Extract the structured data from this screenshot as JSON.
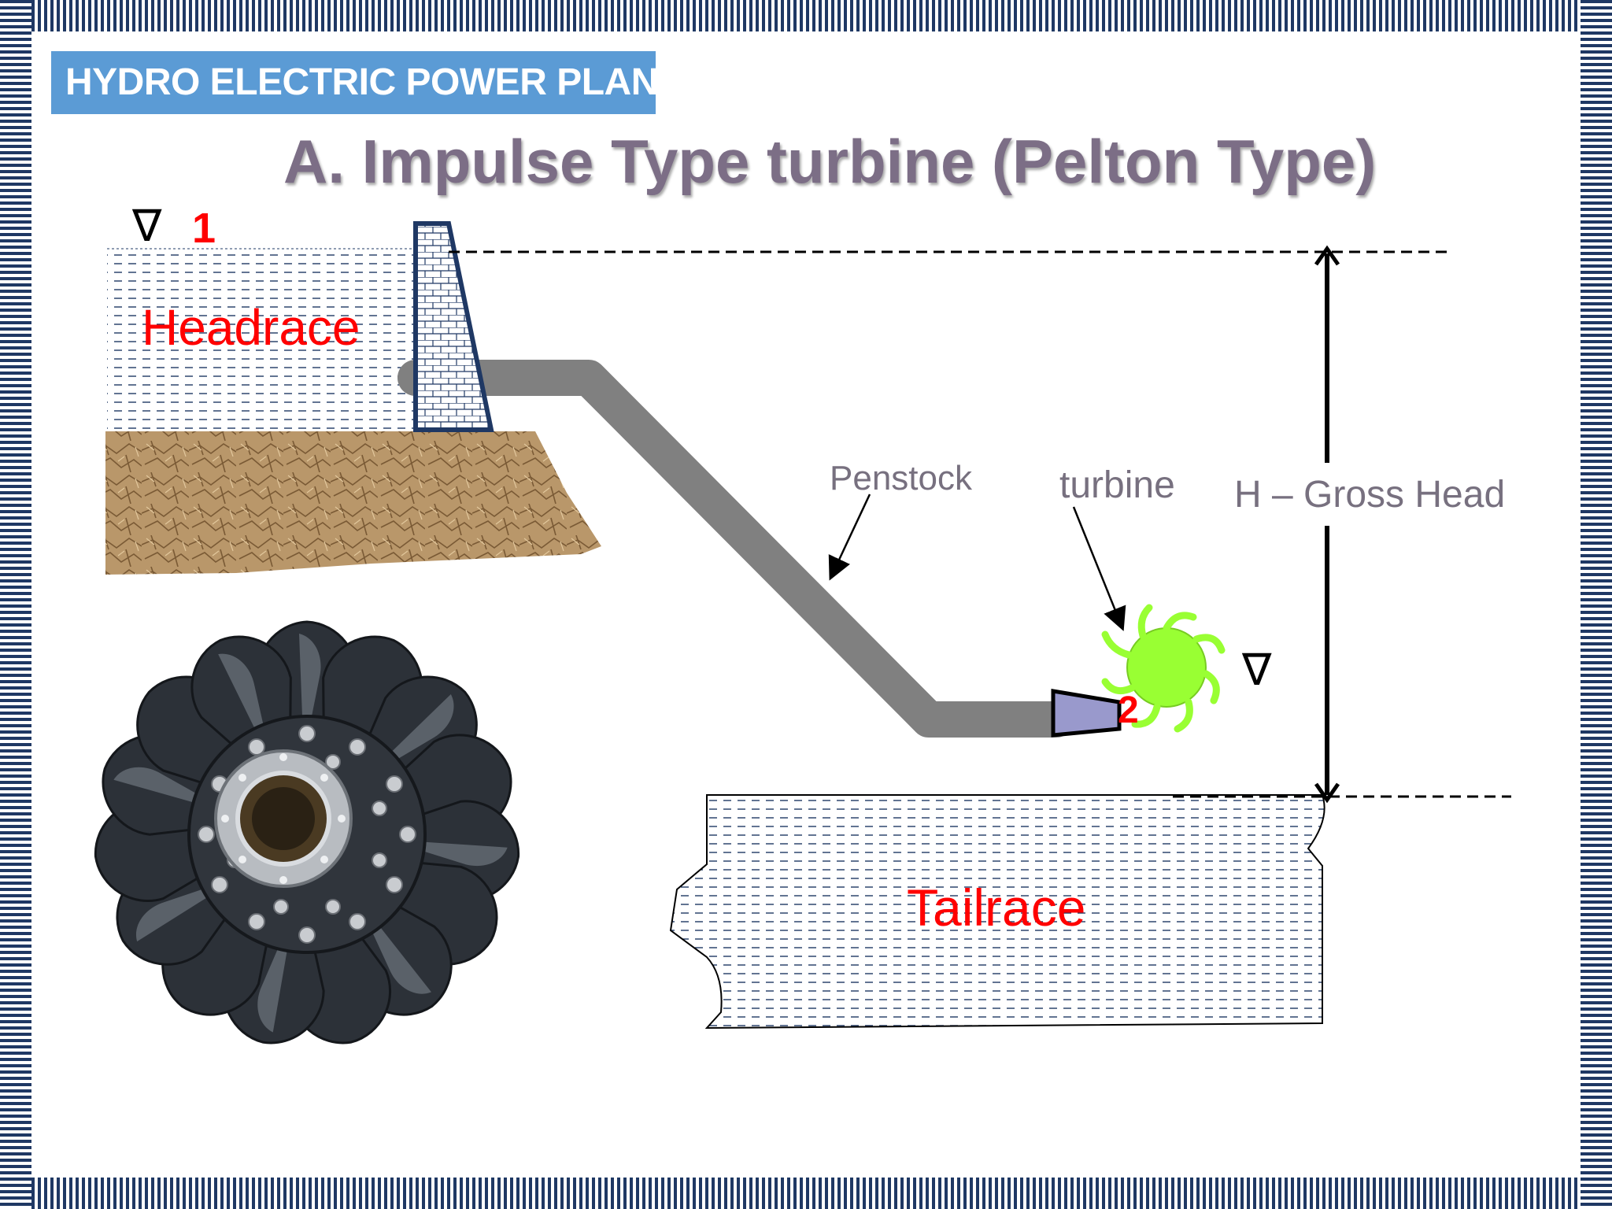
{
  "header": {
    "banner_text": "HYDRO ELECTRIC POWER PLANT",
    "title": "A. Impulse Type turbine (Pelton Type)"
  },
  "diagram": {
    "headrace_label": "Headrace",
    "tailrace_label": "Tailrace",
    "penstock_label": "Penstock",
    "turbine_label": "turbine",
    "gross_head_label": "H – Gross Head",
    "point_1": "1",
    "point_2": "2",
    "water_level_symbol": "∇"
  },
  "colors": {
    "banner_bg": "#5b9bd5",
    "title_text": "#7c6e86",
    "label_red": "#ff0000",
    "label_gray": "#77707f",
    "penstock": "#808080",
    "turbine": "#99ff33",
    "nozzle": "#9999cc",
    "rock": "#b9976a",
    "water_dash": "#1f3864",
    "frame_stripe": "#1f3864"
  }
}
